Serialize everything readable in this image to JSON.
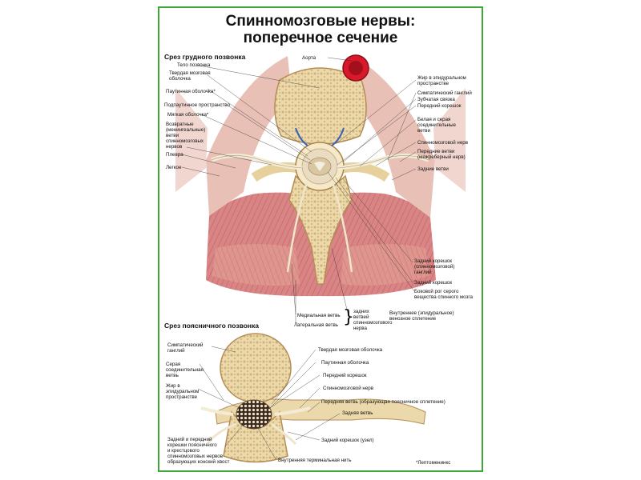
{
  "title_line1": "Спинномозговые нервы:",
  "title_line2": "поперечное сечение",
  "thoracic": {
    "heading": "Срез грудного позвонка",
    "left_labels": [
      "Тело позвонка",
      "Твердая мозговая",
      "оболочка",
      "Паутинная оболочка*",
      "Подпаутинное пространство",
      "Мягкая оболочка*",
      "Возвратные",
      "(менингеальные)",
      "ветви",
      "спинномозговых",
      "нервов",
      "Плевра",
      "Легкое"
    ],
    "top_label": "Аорта",
    "right_labels": [
      "Жир в эпидуральном",
      "пространстве",
      "Симпатический ганглий",
      "Зубчатая связка",
      "Передний корешок",
      "Белая и серая",
      "соединительные",
      "ветви",
      "Спинномозговой нерв",
      "Передние ветви",
      "(межреберный нерв)",
      "Задние ветви",
      "Задний корешок",
      "(спинномозговой)",
      "ганглий",
      "Задний корешок",
      "Боковой рог серого",
      "вещества спинного мозга"
    ],
    "bottom_labels": {
      "medial": "Медиальная ветвь",
      "lateral": "Латеральная ветвь",
      "group": [
        "задних",
        "ветвей",
        "спинномозгового",
        "нерва"
      ],
      "venous": [
        "Внутреннее (эпидуральное)",
        "венозное сплетение"
      ]
    }
  },
  "lumbar": {
    "heading": "Срез поясничного позвонка",
    "left_labels": [
      "Симпатический",
      "ганглий",
      "Серая",
      "соединительная",
      "ветвь",
      "Жир в",
      "эпидуральном",
      "пространстве"
    ],
    "right_labels": [
      "Твердая мозговая оболочка",
      "Паутинная оболочка",
      "Передний корешок",
      "Спинномозговой нерв",
      "Передняя ветвь (образующая поясничное сплетение)",
      "Задняя ветвь",
      "Задний корешок (узел)",
      "Внутренняя терминальная нить"
    ],
    "bottom_left": [
      "Задний и передний",
      "корешки поясничного",
      "и крестцового",
      "спинномозговых нервов",
      "образующих конский хвост"
    ]
  },
  "footnote": "*Лептоменинкс",
  "colors": {
    "frame": "#3fa63a",
    "bone": "#e9d6a6",
    "bone_dark": "#c9a86a",
    "muscle": "#d77f7f",
    "muscle_light": "#eeb2a9",
    "aorta": "#d8192b",
    "nerve": "#f2ead5"
  }
}
